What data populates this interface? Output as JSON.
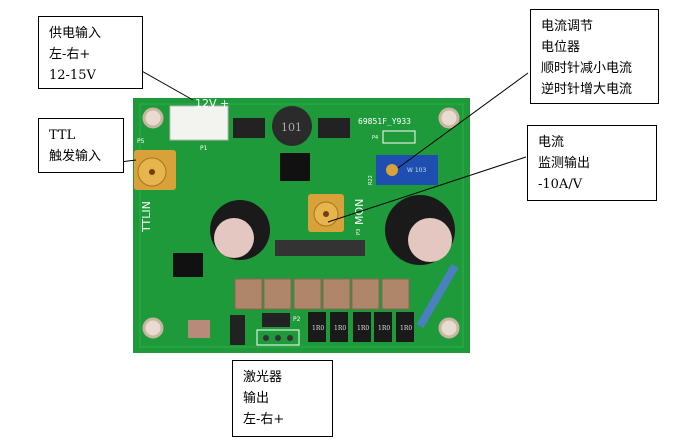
{
  "callouts": {
    "power": [
      "供电输入",
      "左-右+",
      "12-15V"
    ],
    "ttl": [
      "TTL",
      "触发输入"
    ],
    "pot": [
      "电流调节",
      "电位器",
      "顺时针减小电流",
      "逆时针增大电流"
    ],
    "monitor": [
      "电流",
      "监测输出",
      "-10A/V"
    ],
    "laser": [
      "激光器",
      "输出",
      "左-右+"
    ]
  },
  "board": {
    "silk_power": "12V +",
    "silk_p1": "P1",
    "silk_p5": "P5",
    "silk_ttlin": "TTLIN",
    "silk_mon": "MON",
    "silk_p3": "P3",
    "silk_code": "69851F_Y933",
    "silk_r22": "R22",
    "silk_p2": "P2",
    "silk_p4": "P4",
    "inductor": "101",
    "pot_label": "W 103",
    "resistor_label": "1R0",
    "colors": {
      "pcb": "#1f9a3a",
      "gold": "#d9a13a",
      "cap": "#b0866a"
    }
  }
}
